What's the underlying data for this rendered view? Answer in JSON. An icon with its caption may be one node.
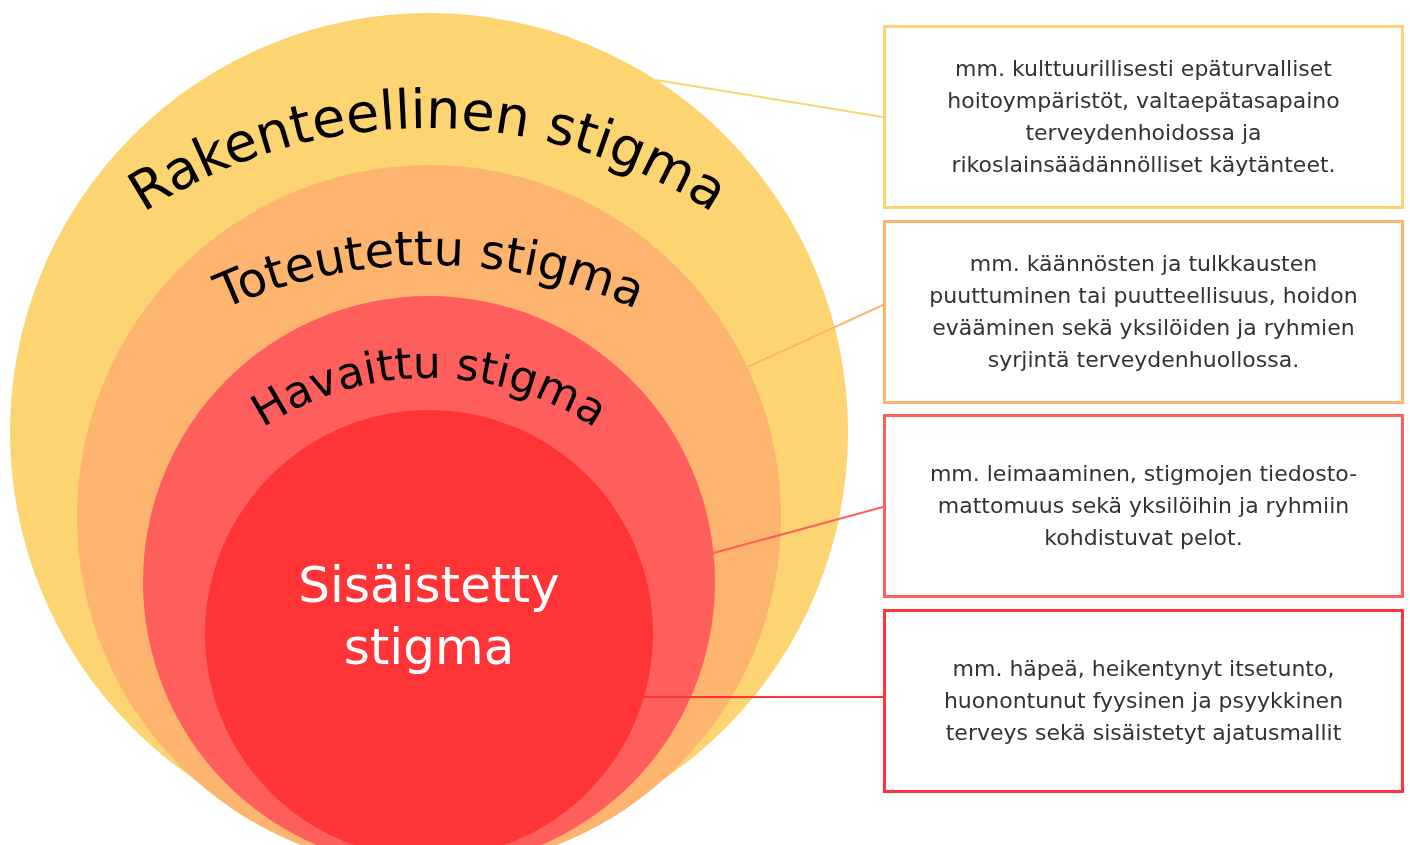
{
  "diagram": {
    "nodes": [
      {
        "text": [
          "Rakenteellinen stigma"
        ]
      },
      {
        "text": [
          "Toteutettu stigma"
        ],
        "in": 0
      },
      {
        "text": [
          "Havaittu stigma"
        ],
        "in": 1
      },
      {
        "text": [
          "Sisäistetty stigma"
        ],
        "in": 2
      },
      {
        "text": [
          "mm. kulttuurillisesti epäturvalliset hoitoympäristöt, valtaepätasapaino terveydenhoidossa ja rikoslainsäädännölliset käytänteet."
        ]
      },
      {
        "text": [
          "mm. käännösten ja tulkkausten puuttuminen tai puutteellisuus, hoidon evääminen sekä yksilöiden ja ryhmien syrjintä terveydenhuollossa."
        ]
      },
      {
        "text": [
          "mm. leimaaminen, stigmojen tiedosto-mattomuus sekä yksilöihin ja ryhmiin kohdistuvat pelot."
        ]
      },
      {
        "text": [
          "mm. häpeä, heikentynyt itsetunto, huonontunut fyysinen ja psyykkinen terveys sekä sisäistetyt ajatusmallit"
        ]
      }
    ],
    "edges": [
      {
        "from": 4,
        "to": 0,
        "arrow": "none",
        "color": "#fdd472"
      },
      {
        "from": 5,
        "to": 1,
        "arrow": "none",
        "color": "#fdb46e"
      },
      {
        "from": 6,
        "to": 2,
        "arrow": "none",
        "color": "#fe5f5c"
      },
      {
        "from": 7,
        "to": 3,
        "arrow": "none",
        "color": "#fe3437"
      }
    ]
  }
}
